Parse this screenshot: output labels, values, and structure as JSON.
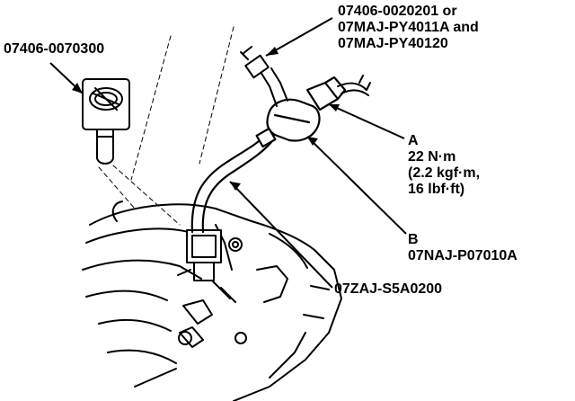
{
  "colors": {
    "ink": "#000000",
    "paper": "#ffffff"
  },
  "labels": {
    "top_tool": {
      "lines": [
        "07406-0020201 or",
        "07MAJ-PY4011A and",
        "07MAJ-PY40120"
      ]
    },
    "left_tool": "07406-0070300",
    "callout_a": {
      "letter": "A",
      "lines": [
        "22 N·m",
        "(2.2 kgf·m,",
        "16 lbf·ft)"
      ]
    },
    "callout_b": {
      "letter": "B",
      "part": "07NAJ-P07010A"
    },
    "hose_tool": "07ZAJ-S5A0200"
  }
}
